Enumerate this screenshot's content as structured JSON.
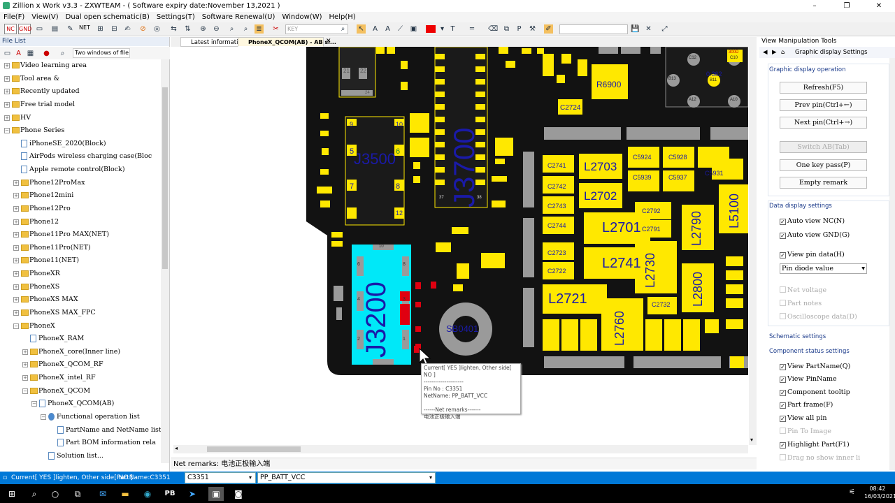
{
  "window": {
    "title": "Zillion x Work v3.3 - ZXWTEAM - ( Software expiry date:November 13,2021 )",
    "minimize": "–",
    "maximize": "❐",
    "close": "✕"
  },
  "menu": [
    "File(F)",
    "View(V)",
    "Dual open schematic(B)",
    "Settings(T)",
    "Software Renewal(U)",
    "Window(W)",
    "Help(H)"
  ],
  "toolbar": {
    "key_label": "KEY",
    "nc_label": "NC",
    "gnd_label": "GND",
    "net_label": "NET",
    "search_value": ""
  },
  "left_panel": {
    "title": "File List",
    "dropdown_value": "Two windows of file",
    "tree": [
      {
        "label": "Video learning area",
        "level": 0,
        "type": "folder",
        "expander": "+"
      },
      {
        "label": "Tool area &",
        "level": 0,
        "type": "folder",
        "expander": "+"
      },
      {
        "label": "Recently updated",
        "level": 0,
        "type": "folder",
        "expander": "+"
      },
      {
        "label": "Free trial model",
        "level": 0,
        "type": "folder",
        "expander": "+"
      },
      {
        "label": "HV",
        "level": 0,
        "type": "folder",
        "expander": "+"
      },
      {
        "label": "Phone Series",
        "level": 0,
        "type": "folder",
        "expander": "−"
      },
      {
        "label": "iPhoneSE_2020(Block)",
        "level": 1,
        "type": "doc",
        "expander": ""
      },
      {
        "label": "AirPods wireless charging case(Bloc",
        "level": 1,
        "type": "doc",
        "expander": ""
      },
      {
        "label": "Apple remote control(Block)",
        "level": 1,
        "type": "doc",
        "expander": ""
      },
      {
        "label": "Phone12ProMax",
        "level": 1,
        "type": "folder",
        "expander": "+"
      },
      {
        "label": "Phone12mini",
        "level": 1,
        "type": "folder",
        "expander": "+"
      },
      {
        "label": "Phone12Pro",
        "level": 1,
        "type": "folder",
        "expander": "+"
      },
      {
        "label": " Phone12",
        "level": 1,
        "type": "folder",
        "expander": "+"
      },
      {
        "label": "Phone11Pro MAX(NET)",
        "level": 1,
        "type": "folder",
        "expander": "+"
      },
      {
        "label": "Phone11Pro(NET)",
        "level": 1,
        "type": "folder",
        "expander": "+"
      },
      {
        "label": "Phone11(NET)",
        "level": 1,
        "type": "folder",
        "expander": "+"
      },
      {
        "label": "PhoneXR",
        "level": 1,
        "type": "folder",
        "expander": "+"
      },
      {
        "label": "PhoneXS",
        "level": 1,
        "type": "folder",
        "expander": "+"
      },
      {
        "label": "PhoneXS MAX",
        "level": 1,
        "type": "folder",
        "expander": "+"
      },
      {
        "label": "PhoneXS MAX_FPC",
        "level": 1,
        "type": "folder",
        "expander": "+"
      },
      {
        "label": "PhoneX",
        "level": 1,
        "type": "folder",
        "expander": "−"
      },
      {
        "label": "PhoneX_RAM",
        "level": 2,
        "type": "doc",
        "expander": ""
      },
      {
        "label": "PhoneX_core(Inner line)",
        "level": 2,
        "type": "folder",
        "expander": "+"
      },
      {
        "label": "PhoneX_QCOM_RF",
        "level": 2,
        "type": "folder",
        "expander": "+"
      },
      {
        "label": "PhoneX_intel_RF",
        "level": 2,
        "type": "folder",
        "expander": "+"
      },
      {
        "label": "PhoneX_QCOM",
        "level": 2,
        "type": "folder",
        "expander": "−"
      },
      {
        "label": "PhoneX_QCOM(AB)",
        "level": 3,
        "type": "doc",
        "expander": "−"
      },
      {
        "label": "Functional operation list",
        "level": 4,
        "type": "radio",
        "expander": "−"
      },
      {
        "label": "PartName and NetName list",
        "level": 5,
        "type": "doc",
        "expander": ""
      },
      {
        "label": "Part BOM information rela",
        "level": 5,
        "type": "doc",
        "expander": ""
      },
      {
        "label": "Solution list...",
        "level": 4,
        "type": "doc",
        "expander": ""
      }
    ]
  },
  "tabs": [
    {
      "label": "Latest information"
    },
    {
      "label": "PhoneX_QCOM(AB) - AB si..."
    }
  ],
  "board": {
    "labels": {
      "j3500": "J3500",
      "j3200": "J3200",
      "j3700": "J3700",
      "sb0401": "SB0401",
      "u1": "L2703",
      "u2": "L2702",
      "u3": "L2701",
      "u4": "L2741",
      "u5": "L2721",
      "u6": "L2730",
      "u7": "L2790",
      "u8": "L2800",
      "u9": "L2760",
      "u10": "L5100",
      "c2724": "C2724",
      "c2741": "C2741",
      "c2742": "C2742",
      "c2743": "C2743",
      "c2744": "C2744",
      "c2723": "C2723",
      "c2722": "C2722",
      "c2792": "C2792",
      "c2791": "C2791",
      "c2732": "C2732",
      "c5924": "C5924",
      "c5928": "C5928",
      "c5939": "C5939",
      "c5937": "C5937",
      "c5931": "C5931",
      "r6900": "R6900",
      "val362": "0.362",
      "c12": "C12",
      "c10": "C10",
      "b13": "B13",
      "b11": "B11",
      "a12": "A12",
      "a10": "A10",
      "v300": "300D"
    },
    "pin_numbers": [
      "21",
      "22",
      "24",
      "5",
      "6",
      "7",
      "8",
      "10",
      "12",
      "9",
      "4",
      "3",
      "2",
      "1",
      "11",
      "8",
      "6",
      "7",
      "5",
      "10",
      "37",
      "38"
    ]
  },
  "tooltip": {
    "line1": "Current[ YES ]lighten, Other side[ NO ]",
    "line2": "---------------------",
    "line3": "Pin No : C3351",
    "line4": "NetName: PP_BATT_VCC",
    "line5": "",
    "line6": "------Net remarks-------",
    "line7": "电池正极输入端"
  },
  "net_remarks": "Net remarks: 电池正极输入端",
  "right_panel": {
    "title": "View Manipulation Tools",
    "subtitle": "Graphic display Settings",
    "section1": "Graphic display operation",
    "buttons": [
      {
        "label": "Refresh(F5)",
        "disabled": false
      },
      {
        "label": "Prev pin(Ctrl+←)",
        "disabled": false
      },
      {
        "label": "Next pin(Ctrl+→)",
        "disabled": false
      },
      {
        "label": "Switch AB(Tab)",
        "disabled": true
      },
      {
        "label": "One key pass(P)",
        "disabled": false
      },
      {
        "label": "Empty remark",
        "disabled": false
      }
    ],
    "section2": "Data display settings",
    "data_checks": [
      {
        "label": "Auto view NC(N)",
        "checked": true,
        "disabled": false
      },
      {
        "label": "Auto view GND(G)",
        "checked": true,
        "disabled": false
      },
      {
        "label": "View pin data(H)",
        "checked": true,
        "disabled": false
      }
    ],
    "pin_select": "Pin diode value",
    "data_checks2": [
      {
        "label": "Net voltage",
        "checked": false,
        "disabled": true
      },
      {
        "label": "Part notes",
        "checked": false,
        "disabled": true
      },
      {
        "label": "Oscilloscope data(D)",
        "checked": false,
        "disabled": true
      }
    ],
    "section3": "Schematic settings",
    "section4": "Component status settings",
    "comp_checks": [
      {
        "label": "View PartName(Q)",
        "checked": true,
        "disabled": false
      },
      {
        "label": "View PinName",
        "checked": true,
        "disabled": false
      },
      {
        "label": "Component tooltip",
        "checked": true,
        "disabled": false
      },
      {
        "label": "Part frame(F)",
        "checked": true,
        "disabled": false
      },
      {
        "label": "View all pin",
        "checked": true,
        "disabled": false
      },
      {
        "label": "Pin To Image",
        "checked": false,
        "disabled": true
      },
      {
        "label": "Highlight Part(F1)",
        "checked": true,
        "disabled": false
      },
      {
        "label": "Drag no show inner li",
        "checked": false,
        "disabled": true
      }
    ]
  },
  "statusbar": {
    "current": "Current[ YES ]lighten, Other side[ NO ]",
    "partname": "PartName:C3351",
    "field1": "C3351",
    "field2": "PP_BATT_VCC"
  },
  "taskbar": {
    "time": "08:42",
    "date": "16/03/2021"
  },
  "colors": {
    "board": "#101010",
    "pad": "#ffe800",
    "highlight": "#00e8f8",
    "status": "#0078d7",
    "label": "#1a1aa8"
  }
}
